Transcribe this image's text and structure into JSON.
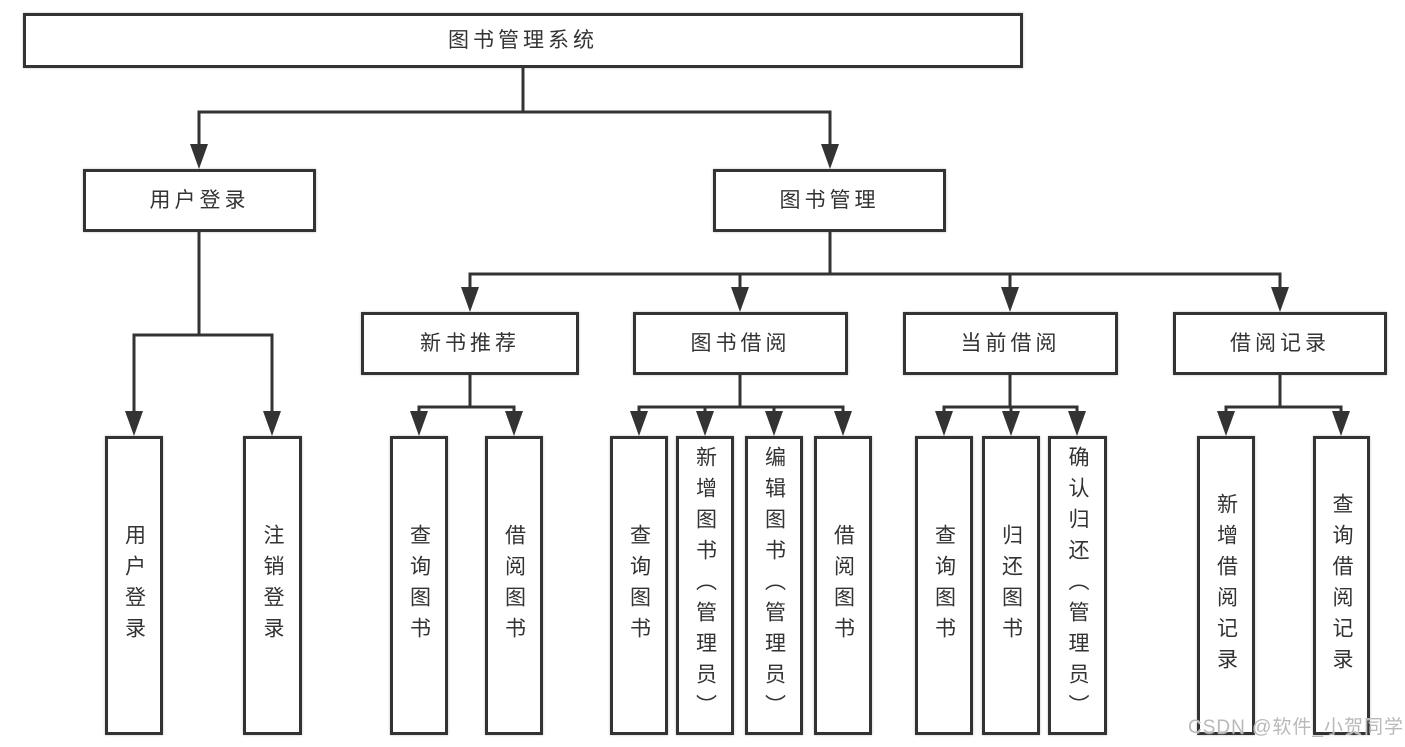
{
  "tree": {
    "root": {
      "label": "图书管理系统"
    },
    "children": [
      {
        "label": "用户登录",
        "children": [
          {
            "label": "用户登录"
          },
          {
            "label": "注销登录"
          }
        ]
      },
      {
        "label": "图书管理",
        "children": [
          {
            "label": "新书推荐",
            "children": [
              {
                "label": "查询图书"
              },
              {
                "label": "借阅图书"
              }
            ]
          },
          {
            "label": "图书借阅",
            "children": [
              {
                "label": "查询图书"
              },
              {
                "label": "新增图书（管理员）"
              },
              {
                "label": "编辑图书（管理员）"
              },
              {
                "label": "借阅图书"
              }
            ]
          },
          {
            "label": "当前借阅",
            "children": [
              {
                "label": "查询图书"
              },
              {
                "label": "归还图书"
              },
              {
                "label": "确认归还（管理员）"
              }
            ]
          },
          {
            "label": "借阅记录",
            "children": [
              {
                "label": "新增借阅记录"
              },
              {
                "label": "查询借阅记录"
              }
            ]
          }
        ]
      }
    ]
  },
  "watermark": {
    "text": "CSDN @软件_小贺同学"
  },
  "colors": {
    "line": "#333333",
    "box_border": "#333333",
    "box_fill": "#ffffff",
    "text": "#333333",
    "watermark": "#b9b9b9",
    "background": "#ffffff"
  }
}
